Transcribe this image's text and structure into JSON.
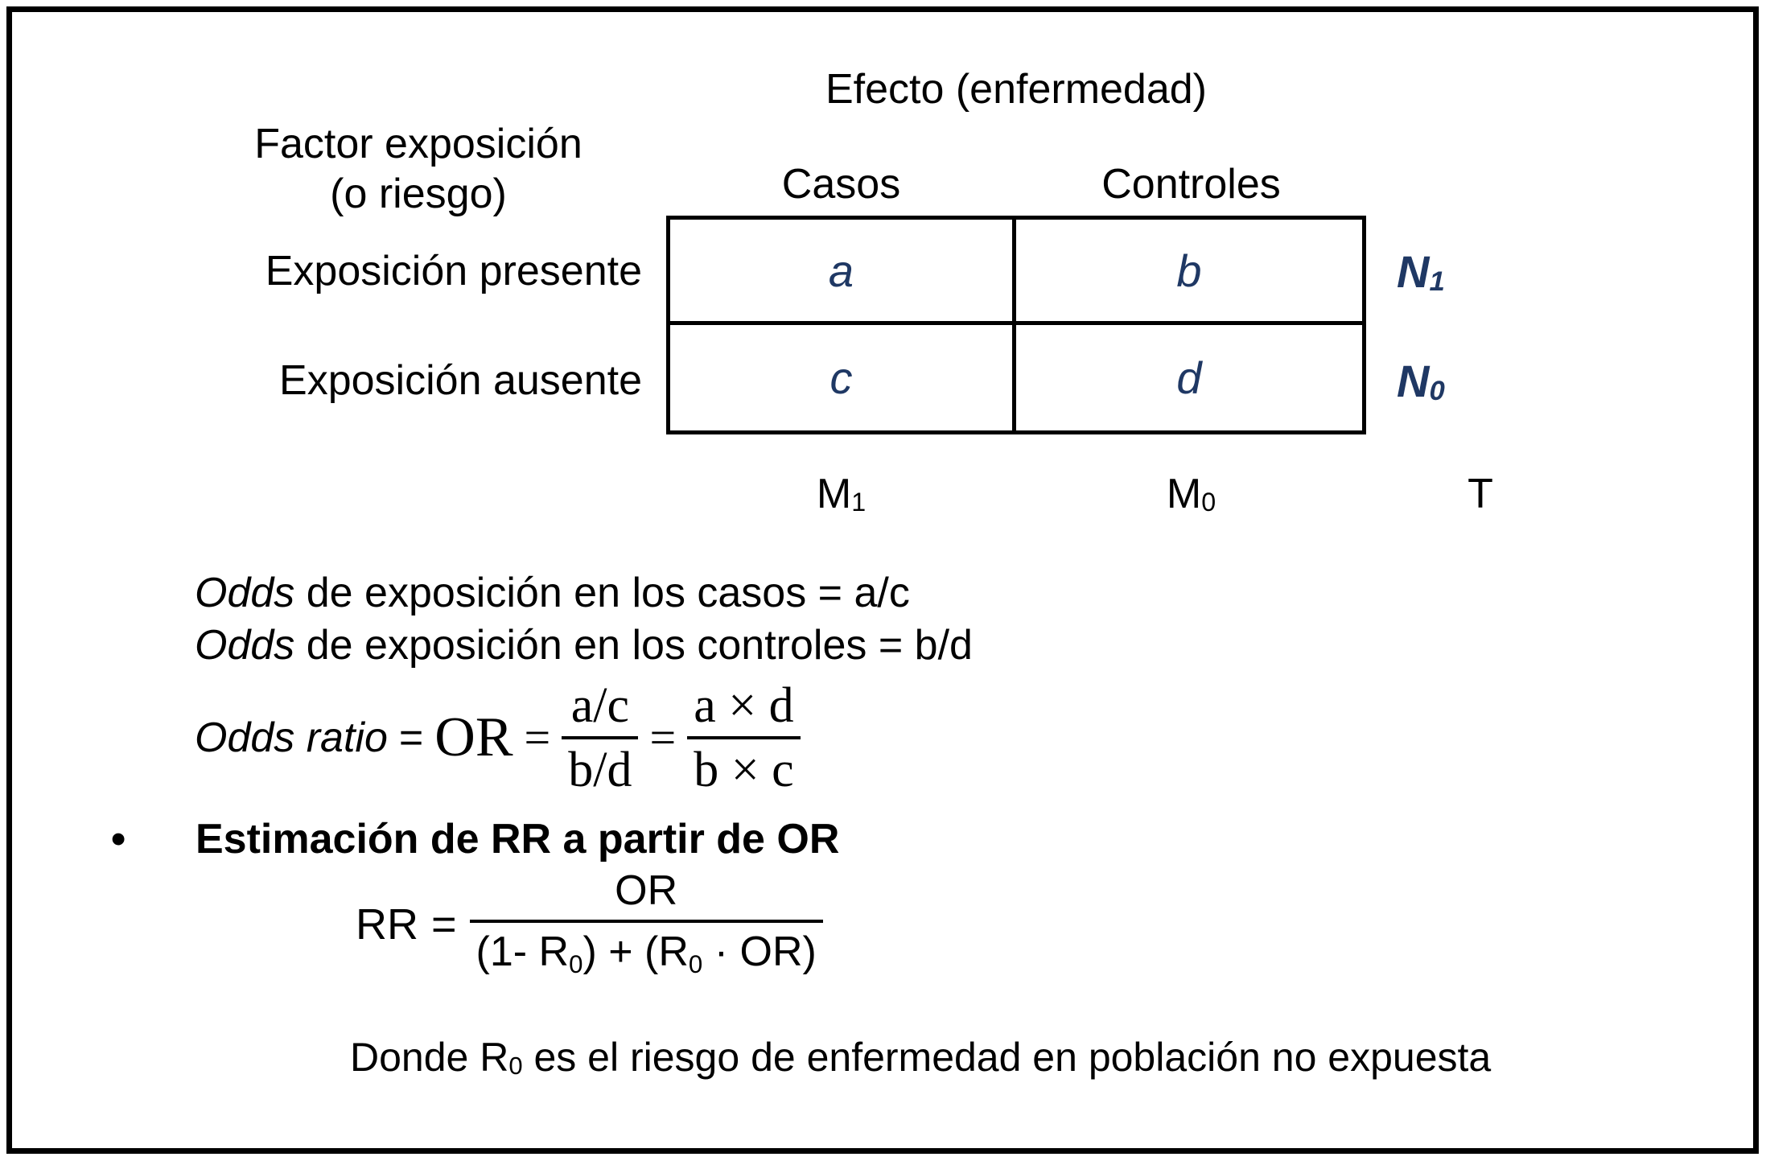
{
  "figure": {
    "background": "#ffffff",
    "border_color": "#000000",
    "text_color": "#000000",
    "accent_color": "#1f3864"
  },
  "header": {
    "effect": "Efecto (enfermedad)",
    "factor_line1": "Factor exposición",
    "factor_line2": "(o riesgo)",
    "col_casos": "Casos",
    "col_controles": "Controles"
  },
  "table": {
    "row1_label": "Exposición presente",
    "row2_label": "Exposición ausente",
    "cell_a": "a",
    "cell_b": "b",
    "cell_c": "c",
    "cell_d": "d",
    "n1": {
      "base": "N",
      "sub": "1"
    },
    "n0": {
      "base": "N",
      "sub": "0"
    },
    "m1": {
      "base": "M",
      "sub": "1"
    },
    "m0": {
      "base": "M",
      "sub": "0"
    },
    "total": "T"
  },
  "odds": {
    "line1": {
      "lead": "Odds",
      "rest": " de exposición en los casos = a/c"
    },
    "line2": {
      "lead": "Odds",
      "rest": " de exposición en los controles = b/d"
    }
  },
  "odds_ratio": {
    "label": "Odds ratio",
    "eq1": "=",
    "or": "OR",
    "eq2": "=",
    "frac1": {
      "num": "a/c",
      "den": "b/d"
    },
    "eq3": "=",
    "frac2": {
      "num": "a × d",
      "den": "b × c"
    }
  },
  "estimation": {
    "bullet": "•",
    "title": "Estimación de RR a partir de OR"
  },
  "rr": {
    "lhs": "RR",
    "eq": "=",
    "num": "OR",
    "den": {
      "p1": "(1- R",
      "s1": "0",
      "p2": ") + (R",
      "s2": "0",
      "p3": " · OR)"
    }
  },
  "footnote": {
    "p1": "Donde R",
    "s1": "0",
    "p2": " es el riesgo de enfermedad en población no expuesta"
  }
}
